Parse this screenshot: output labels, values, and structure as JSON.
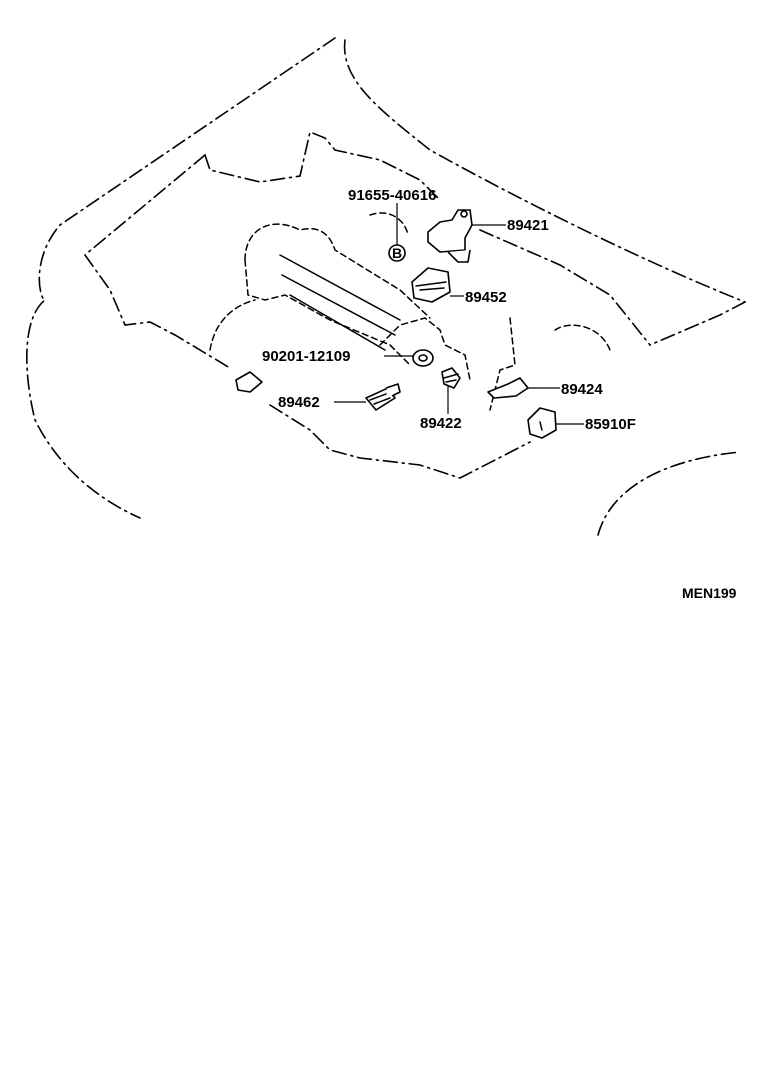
{
  "diagram": {
    "reference_code": "MEN199",
    "parts": [
      {
        "id": "p1",
        "number": "91655-40616"
      },
      {
        "id": "p2",
        "number": "89421"
      },
      {
        "id": "p3",
        "number": "89452"
      },
      {
        "id": "p4",
        "number": "90201-12109"
      },
      {
        "id": "p5",
        "number": "89424"
      },
      {
        "id": "p6",
        "number": "89462"
      },
      {
        "id": "p7",
        "number": "89422"
      },
      {
        "id": "p8",
        "number": "85910F"
      }
    ],
    "bolt_marker": "B"
  }
}
